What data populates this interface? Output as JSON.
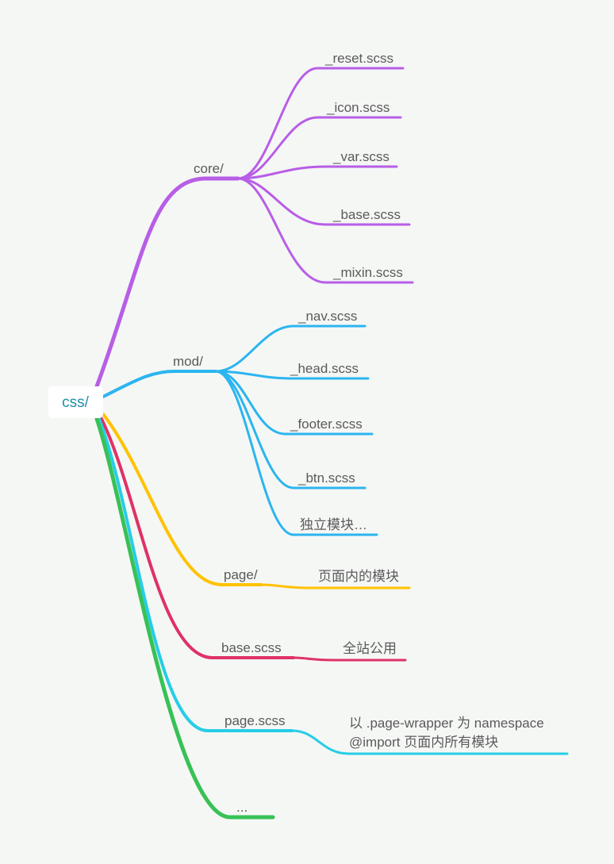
{
  "root": {
    "label": "css/"
  },
  "colors": {
    "core": "#b85ee6",
    "mod": "#2bb5f0",
    "page": "#ffc200",
    "base": "#df3266",
    "pagescss": "#26cde6",
    "more": "#38c156"
  },
  "branches": [
    {
      "id": "core",
      "label": "core/",
      "children": [
        "_reset.scss",
        "_icon.scss",
        "_var.scss",
        "_base.scss",
        "_mixin.scss"
      ]
    },
    {
      "id": "mod",
      "label": "mod/",
      "children": [
        "_nav.scss",
        "_head.scss",
        "_footer.scss",
        "_btn.scss",
        "独立模块…"
      ]
    },
    {
      "id": "page",
      "label": "page/",
      "children": [
        "页面内的模块"
      ]
    },
    {
      "id": "base",
      "label": "base.scss",
      "children": [
        "全站公用"
      ]
    },
    {
      "id": "pagescss",
      "label": "page.scss",
      "children": [
        "以 .page-wrapper 为 namespace\n@import 页面内所有模块"
      ]
    },
    {
      "id": "more",
      "label": "...",
      "children": []
    }
  ]
}
